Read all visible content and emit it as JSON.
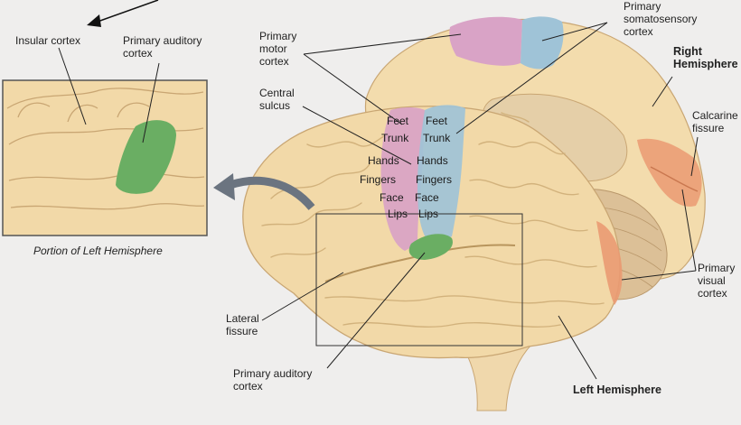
{
  "labels": {
    "insular_cortex": "Insular cortex",
    "primary_auditory_inset": "Primary auditory\ncortex",
    "inset_caption": "Portion of Left Hemisphere",
    "primary_motor": "Primary\nmotor\ncortex",
    "central_sulcus": "Central\nsulcus",
    "primary_somatosensory": "Primary\nsomatosensory\ncortex",
    "right_hemisphere": "Right\nHemisphere",
    "calcarine_fissure": "Calcarine\nfissure",
    "primary_visual": "Primary\nvisual\ncortex",
    "lateral_fissure": "Lateral\nfissure",
    "primary_auditory_main": "Primary auditory\ncortex",
    "left_hemisphere": "Left Hemisphere"
  },
  "body_map": {
    "motor": [
      "Feet",
      "Trunk",
      "Hands",
      "Fingers",
      "Face",
      "Lips"
    ],
    "sensory": [
      "Feet",
      "Trunk",
      "Hands",
      "Fingers",
      "Face",
      "Lips"
    ]
  },
  "colors": {
    "background": "#efeeed",
    "brain": "#f2d9a8",
    "gyrus_line": "#d2b27c",
    "motor_cortex": "#d9a3c6",
    "somatosensory_cortex": "#9fc3d7",
    "auditory_cortex": "#6aae63",
    "visual_cortex": "#ea9a72",
    "cerebellum": "#dcc097"
  }
}
